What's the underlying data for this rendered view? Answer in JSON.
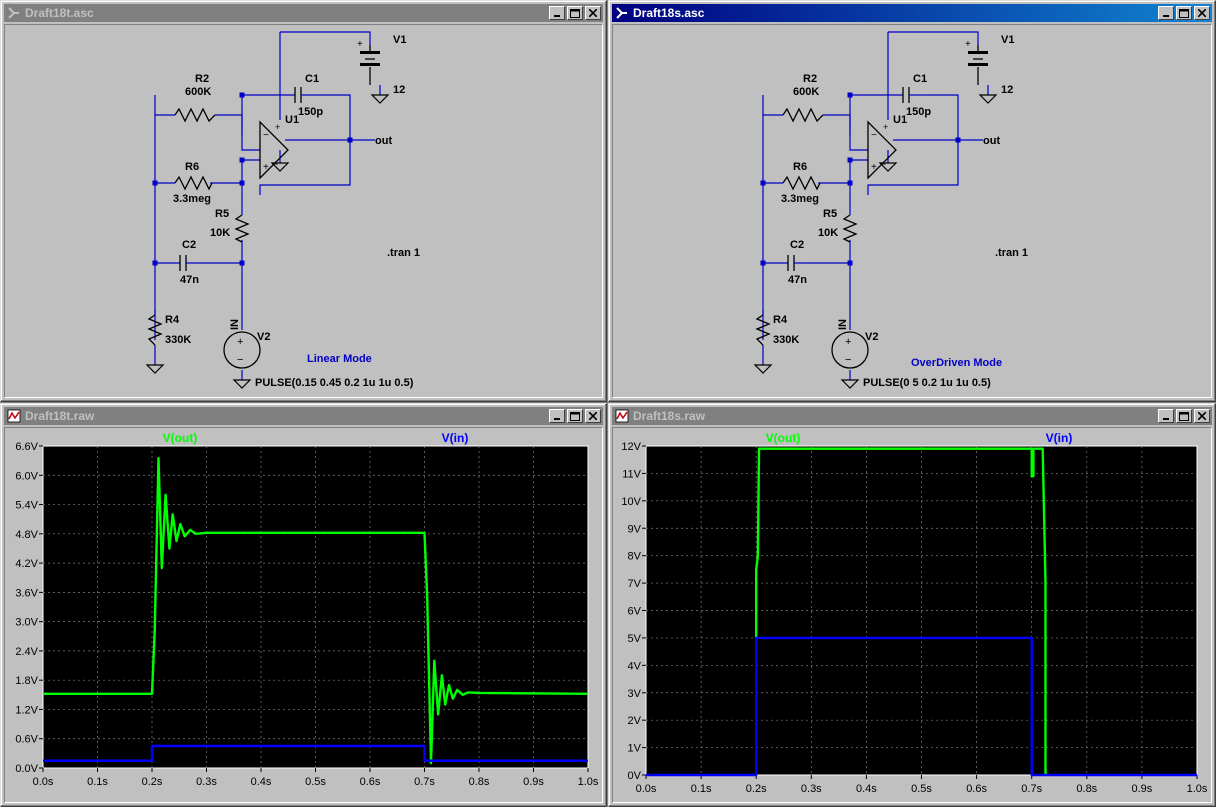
{
  "windows": {
    "sch1": {
      "title": "Draft18t.asc"
    },
    "sch2": {
      "title": "Draft18s.asc"
    },
    "plot1": {
      "title": "Draft18t.raw"
    },
    "plot2": {
      "title": "Draft18s.raw"
    }
  },
  "schematic1": {
    "R2": "R2",
    "R2v": "600K",
    "C1": "C1",
    "C1v": "150p",
    "U1": "U1",
    "V1": "V1",
    "V1v": "12",
    "out": "out",
    "R6": "R6",
    "R6v": "3.3meg",
    "R5": "R5",
    "R5v": "10K",
    "C2": "C2",
    "C2v": "47n",
    "tran": ".tran 1",
    "R4": "R4",
    "R4v": "330K",
    "IN": "IN",
    "V2": "V2",
    "mode": "Linear Mode",
    "pulse": "PULSE(0.15 0.45 0.2 1u 1u 0.5)"
  },
  "schematic2": {
    "R2": "R2",
    "R2v": "600K",
    "C1": "C1",
    "C1v": "150p",
    "U1": "U1",
    "V1": "V1",
    "V1v": "12",
    "out": "out",
    "R6": "R6",
    "R6v": "3.3meg",
    "R5": "R5",
    "R5v": "10K",
    "C2": "C2",
    "C2v": "47n",
    "tran": ".tran 1",
    "R4": "R4",
    "R4v": "330K",
    "IN": "IN",
    "V2": "V2",
    "mode": "OverDriven Mode",
    "pulse": "PULSE(0 5 0.2 1u 1u 0.5)"
  },
  "colors": {
    "vout": "#00ff00",
    "vin": "#0000ff",
    "wire": "#0000ff",
    "plotbg": "#000000"
  },
  "chart_data": [
    {
      "type": "line",
      "x_ticks": [
        "0.0s",
        "0.1s",
        "0.2s",
        "0.3s",
        "0.4s",
        "0.5s",
        "0.6s",
        "0.7s",
        "0.8s",
        "0.9s",
        "1.0s"
      ],
      "y_ticks": [
        "0.0V",
        "0.6V",
        "1.2V",
        "1.8V",
        "2.4V",
        "3.0V",
        "3.6V",
        "4.2V",
        "4.8V",
        "5.4V",
        "6.0V",
        "6.6V"
      ],
      "xlim": [
        0,
        1
      ],
      "ylim": [
        0,
        6.6
      ],
      "grid": true,
      "series": [
        {
          "name": "V(out)",
          "x": [
            0,
            0.2,
            0.205,
            0.212,
            0.218,
            0.225,
            0.232,
            0.238,
            0.245,
            0.252,
            0.26,
            0.27,
            0.28,
            0.3,
            0.4,
            0.6,
            0.7,
            0.705,
            0.712,
            0.718,
            0.725,
            0.732,
            0.738,
            0.745,
            0.752,
            0.76,
            0.77,
            0.78,
            0.8,
            1.0
          ],
          "y": [
            1.52,
            1.52,
            2.8,
            6.35,
            4.1,
            5.6,
            4.5,
            5.2,
            4.65,
            5.0,
            4.75,
            4.88,
            4.8,
            4.82,
            4.82,
            4.82,
            4.82,
            3.5,
            0.1,
            2.2,
            1.1,
            1.9,
            1.3,
            1.7,
            1.42,
            1.6,
            1.5,
            1.55,
            1.54,
            1.52
          ]
        },
        {
          "name": "V(in)",
          "x": [
            0,
            0.2,
            0.2,
            0.7,
            0.7,
            1.0
          ],
          "y": [
            0.15,
            0.15,
            0.45,
            0.45,
            0.15,
            0.15
          ]
        }
      ]
    },
    {
      "type": "line",
      "x_ticks": [
        "0.0s",
        "0.1s",
        "0.2s",
        "0.3s",
        "0.4s",
        "0.5s",
        "0.6s",
        "0.7s",
        "0.8s",
        "0.9s",
        "1.0s"
      ],
      "y_ticks": [
        "0V",
        "1V",
        "2V",
        "3V",
        "4V",
        "5V",
        "6V",
        "7V",
        "8V",
        "9V",
        "10V",
        "11V",
        "12V"
      ],
      "xlim": [
        0,
        1
      ],
      "ylim": [
        0,
        12
      ],
      "grid": true,
      "series": [
        {
          "name": "V(out)",
          "x": [
            0.2,
            0.2,
            0.203,
            0.205,
            0.205,
            0.7,
            0.7,
            0.703,
            0.703,
            0.72,
            0.725,
            0.725,
            0.728
          ],
          "y": [
            5.0,
            7.5,
            8.0,
            11.9,
            11.9,
            11.9,
            10.9,
            10.9,
            11.9,
            11.9,
            7.0,
            0.05,
            0.05
          ]
        },
        {
          "name": "V(in)",
          "x": [
            0,
            0.2,
            0.2,
            0.7,
            0.7,
            1.0
          ],
          "y": [
            0,
            0,
            5,
            5,
            0,
            0
          ]
        }
      ]
    }
  ]
}
